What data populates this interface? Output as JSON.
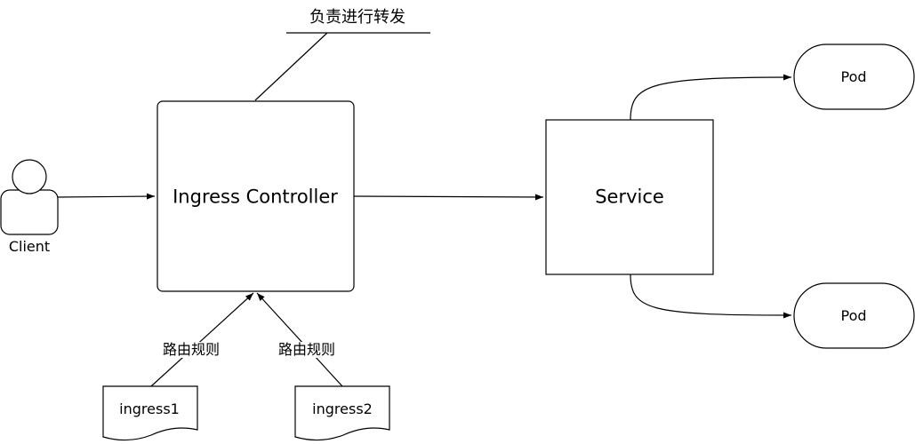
{
  "annotation": {
    "text": "负责进行转发"
  },
  "client": {
    "label": "Client"
  },
  "ingress_controller": {
    "label": "Ingress Controller"
  },
  "service": {
    "label": "Service"
  },
  "pods": [
    {
      "label": "Pod"
    },
    {
      "label": "Pod"
    }
  ],
  "routing_rules": [
    {
      "label": "路由规则"
    },
    {
      "label": "路由规则"
    }
  ],
  "documents": [
    {
      "label": "ingress1"
    },
    {
      "label": "ingress2"
    }
  ],
  "colors": {
    "stroke": "#000000",
    "background": "#ffffff"
  }
}
